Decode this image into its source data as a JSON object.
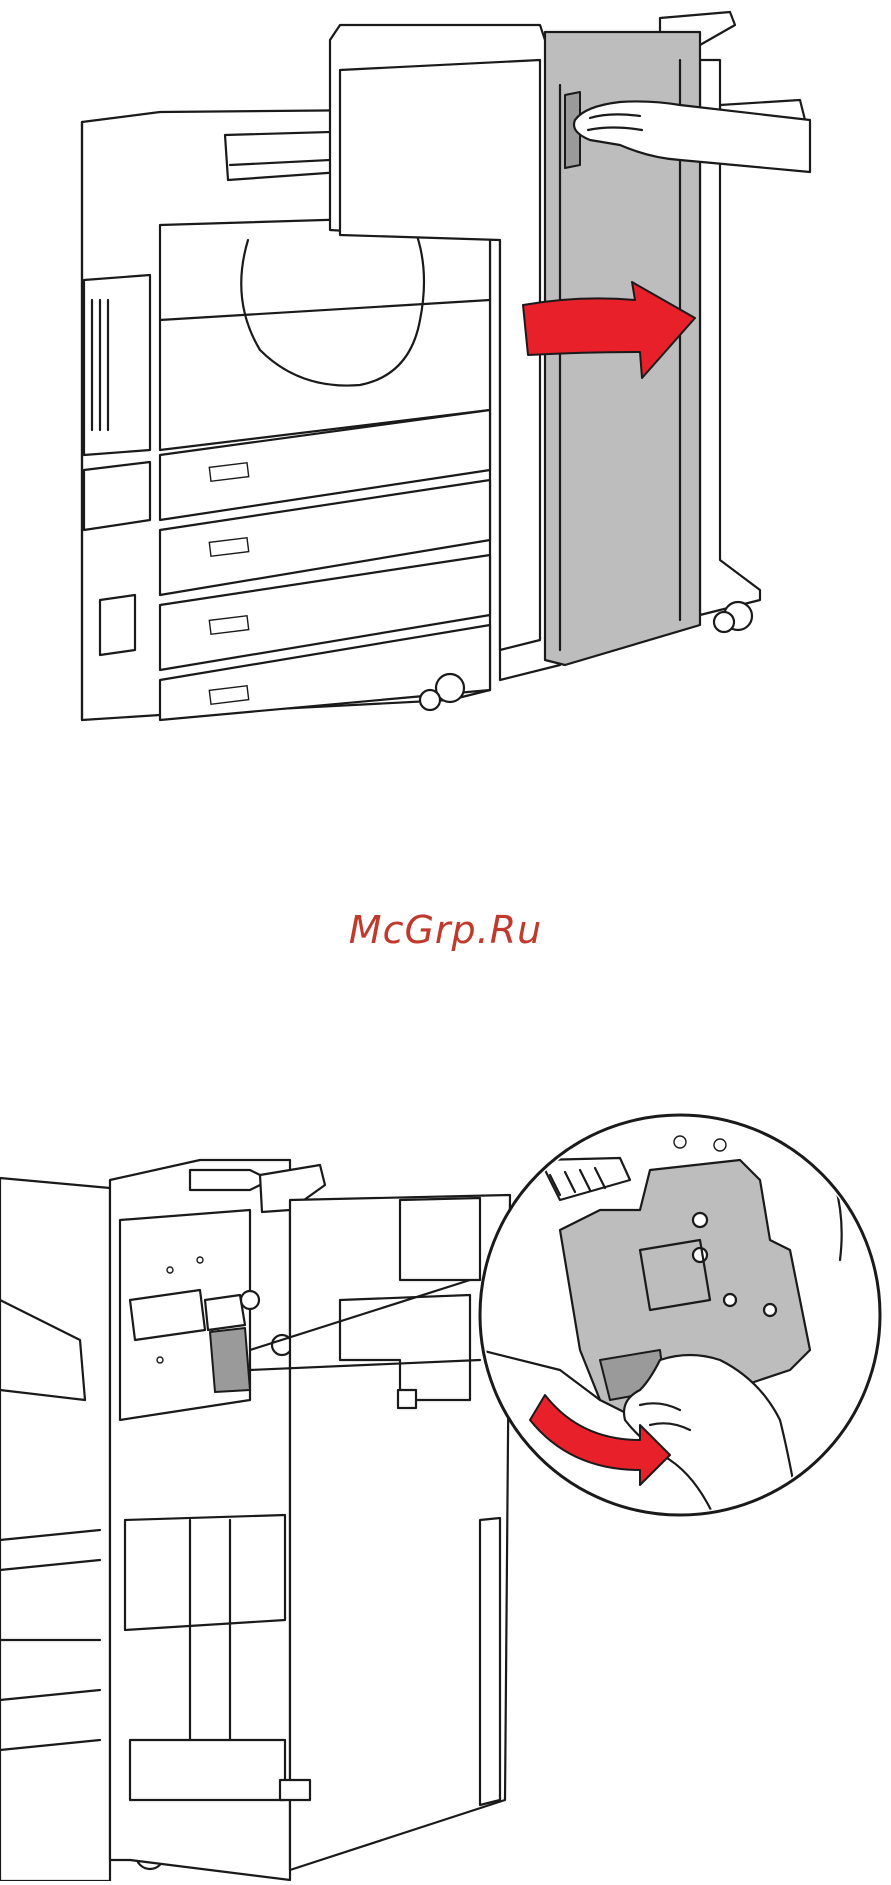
{
  "watermark": {
    "text": "McGrp.Ru",
    "color": "#c0392b"
  },
  "illustrations": [
    {
      "id": "open-finisher-front-door",
      "arrow_color": "#e8202a"
    },
    {
      "id": "remove-staple-cartridge",
      "arrow_color": "#e8202a"
    }
  ]
}
